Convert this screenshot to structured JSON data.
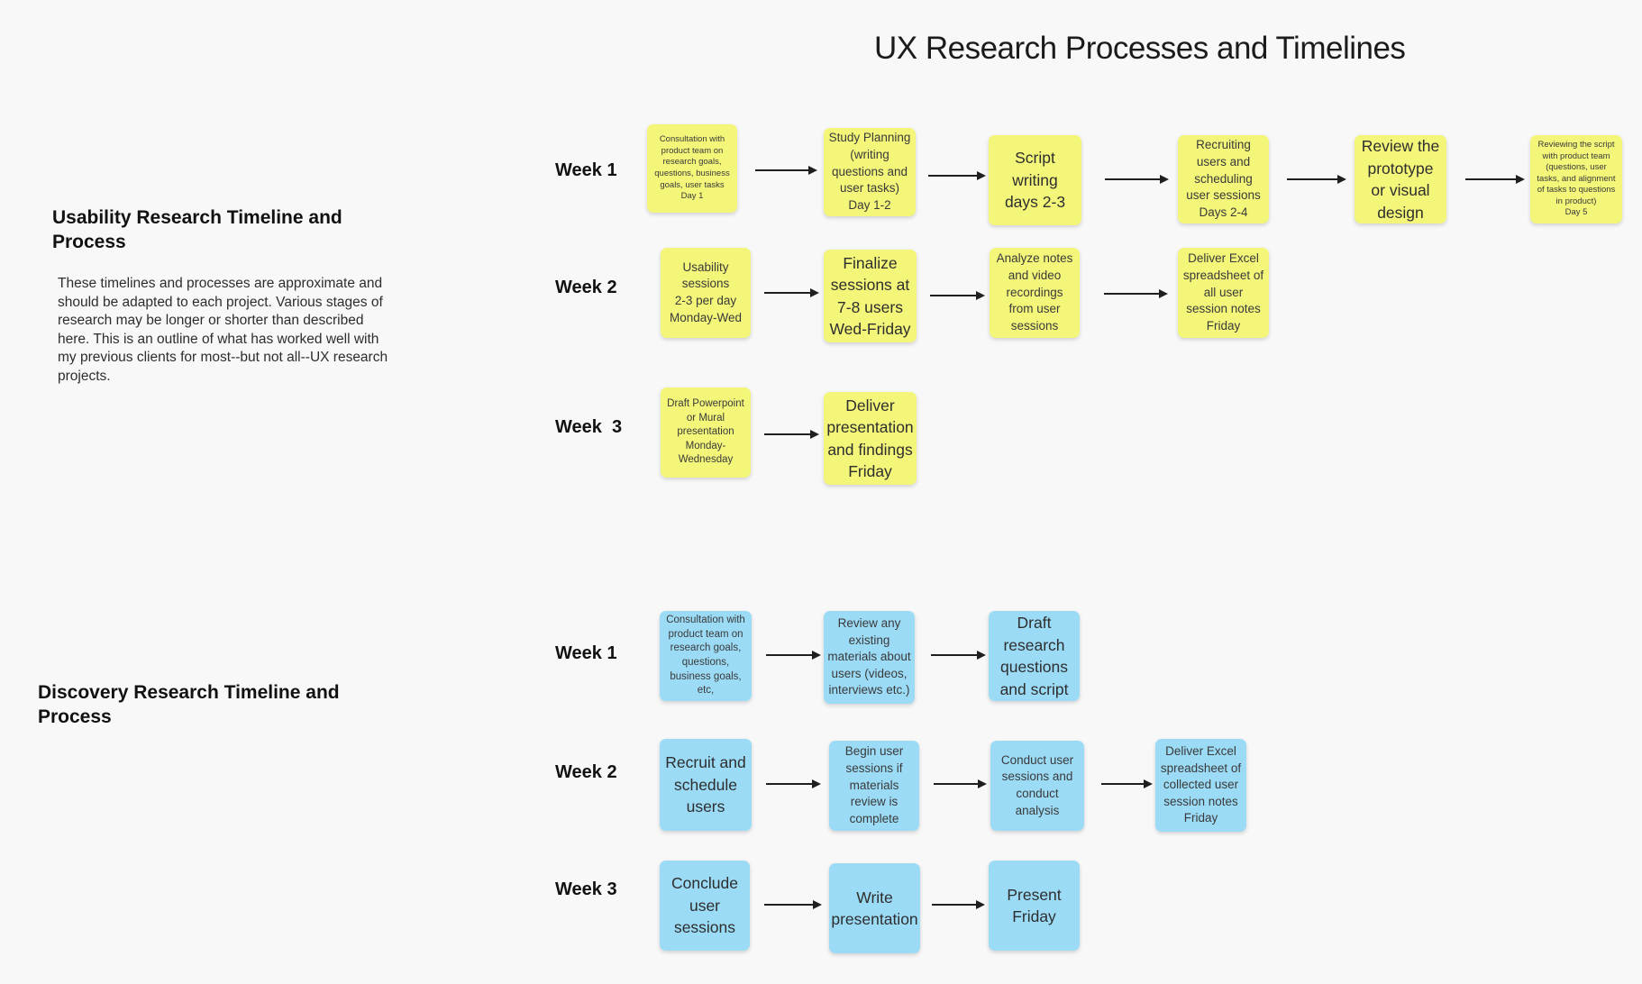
{
  "title": "UX Research Processes and Timelines",
  "colors": {
    "canvas-bg": "#F8F8F9",
    "sticky-yellow": "#F3F679",
    "sticky-blue": "#9CDBF6",
    "arrow-color": "#1f1f1f",
    "text-dark": "#1b1b1b",
    "note-text": "#3a3a3a"
  },
  "sections": [
    {
      "id": "usability",
      "heading": "Usability Research Timeline and\nProcess",
      "description": "These timelines and processes are approximate and\nshould be adapted to each project. Various stages of\nresearch may be longer or shorter than described\nhere. This is an outline of what has worked well with\nmy previous clients for most--but not all--UX research\nprojects.",
      "note_color_name": "yellow",
      "rows": [
        {
          "label": "Week 1",
          "notes": [
            {
              "text": "Consultation with\nproduct team on\nresearch goals,\nquestions, business\ngoals, user tasks\nDay 1"
            },
            {
              "text": "Study Planning\n(writing\nquestions and\nuser tasks)\nDay 1-2"
            },
            {
              "text": "Script\nwriting\ndays 2-3"
            },
            {
              "text": "Recruiting\nusers and\nscheduling\nuser sessions\nDays 2-4"
            },
            {
              "text": "Review the\nprototype\nor visual\ndesign"
            },
            {
              "text": "Reviewing the script\nwith product team\n(questions, user\ntasks, and alignment\nof tasks to questions\nin product)\nDay 5"
            }
          ]
        },
        {
          "label": "Week 2",
          "notes": [
            {
              "text": "Usability\nsessions\n2-3 per day\nMonday-Wed"
            },
            {
              "text": "Finalize\nsessions at\n7-8 users\nWed-Friday"
            },
            {
              "text": "Analyze notes\nand video\nrecordings\nfrom user\nsessions"
            },
            {
              "text": "Deliver Excel\nspreadsheet of\nall user\nsession notes\nFriday"
            }
          ]
        },
        {
          "label": "Week  3",
          "notes": [
            {
              "text": "Draft Powerpoint\nor Mural\npresentation\nMonday-\nWednesday"
            },
            {
              "text": "Deliver\npresentation\nand findings\nFriday"
            }
          ]
        }
      ]
    },
    {
      "id": "discovery",
      "heading": "Discovery Research Timeline and\nProcess",
      "description": "",
      "note_color_name": "blue",
      "rows": [
        {
          "label": "Week 1",
          "notes": [
            {
              "text": "Consultation with\nproduct team on\nresearch goals,\nquestions,\nbusiness goals,\netc,"
            },
            {
              "text": "Review any\nexisting\nmaterials about\nusers (videos,\ninterviews etc.)"
            },
            {
              "text": "Draft\nresearch\nquestions\nand script"
            }
          ]
        },
        {
          "label": "Week 2",
          "notes": [
            {
              "text": "Recruit and\nschedule\nusers"
            },
            {
              "text": "Begin user\nsessions if\nmaterials\nreview is\ncomplete"
            },
            {
              "text": "Conduct user\nsessions and\nconduct\nanalysis"
            },
            {
              "text": "Deliver Excel\nspreadsheet of\ncollected user\nsession notes\nFriday"
            }
          ]
        },
        {
          "label": "Week 3",
          "notes": [
            {
              "text": "Conclude\nuser\nsessions"
            },
            {
              "text": "Write\npresentation"
            },
            {
              "text": "Present\nFriday"
            }
          ]
        }
      ]
    }
  ]
}
